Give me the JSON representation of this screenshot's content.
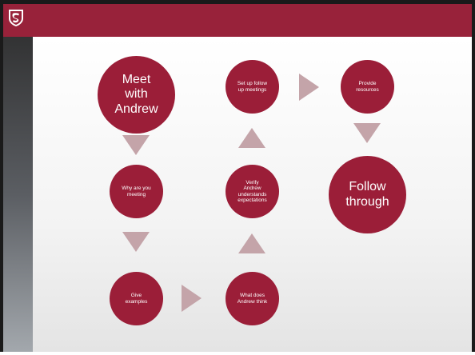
{
  "slide": {
    "logo": "university-cougar-logo",
    "nodes": {
      "meet_with_andrew": "Meet\nwith\nAndrew",
      "why_are_you_meeting": "Why are you\nmeeting",
      "give_examples": "Give\nexamples",
      "what_does_andrew_think": "What does\nAndrew think",
      "verify_andrew_understands": "Verify\nAndrew\nunderstands\nexpectations",
      "set_up_follow_up": "Set up follow\nup meetings",
      "provide_resources": "Provide\nresources",
      "follow_through": "Follow\nthrough"
    },
    "colors": {
      "accent": "#98223a",
      "circle": "#9b1e38",
      "arrow": "#c4a4a9"
    }
  }
}
